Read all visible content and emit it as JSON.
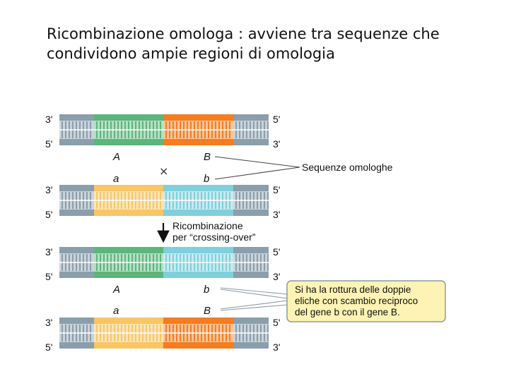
{
  "title": {
    "line1": "Ricombinazione omologa : avviene tra sequenze che",
    "line2": "condividono ampie regioni di omologia"
  },
  "strand_ends": {
    "left_top": "3'",
    "left_bottom": "5'",
    "right_top": "5'",
    "right_bottom": "3'"
  },
  "duplexes": [
    {
      "segments": [
        "gray",
        "green",
        "orange",
        "gray"
      ]
    },
    {
      "segments": [
        "gray",
        "yellow",
        "cyan",
        "gray"
      ]
    },
    {
      "segments": [
        "gray",
        "green",
        "cyan",
        "gray"
      ]
    },
    {
      "segments": [
        "gray",
        "yellow",
        "orange",
        "gray"
      ]
    }
  ],
  "gene_labels": {
    "pre_upper_left": "A",
    "pre_upper_right": "B",
    "pre_lower_left": "a",
    "pre_lower_right": "b",
    "post_upper_left": "A",
    "post_upper_right": "b",
    "post_lower_left": "a",
    "post_lower_right": "B"
  },
  "cross_symbol": "×",
  "homologous_label": "Sequenze omologhe",
  "recombination_label": {
    "line1": "Ricombinazione",
    "line2": "per “crossing-over”"
  },
  "callout": {
    "line1": "Si ha la rottura delle doppie",
    "line2": "eliche con scambio reciproco",
    "line3": "del gene b con il gene B."
  },
  "colors": {
    "gray": "#8a9eac",
    "green": "#5db57c",
    "orange": "#f57c1f",
    "yellow": "#f9c565",
    "cyan": "#7fd0dc",
    "callout_fill": "#fdf3b4",
    "callout_border": "#8a9aa4",
    "text": "#111111"
  }
}
